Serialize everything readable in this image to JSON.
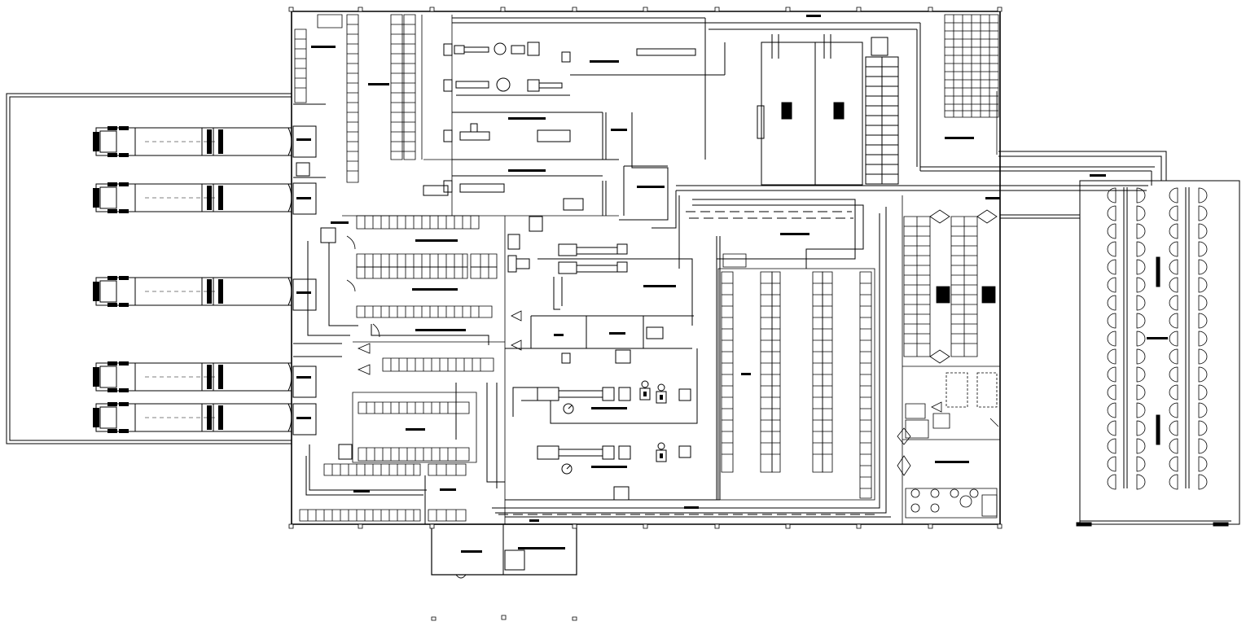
{
  "drawing": {
    "kind": "factory floor plan (CAD line drawing)",
    "line_color": "#000000",
    "background_color": "#ffffff",
    "text_labels": []
  },
  "trucks": {
    "count": 5
  },
  "racks": {
    "bays_east_lane": 17
  },
  "legend": {
    "truck": "truck-icon",
    "valve": "valve-icon",
    "gauge": "gauge-icon",
    "fan": "fan-icon",
    "door": "door-swing-icon"
  }
}
